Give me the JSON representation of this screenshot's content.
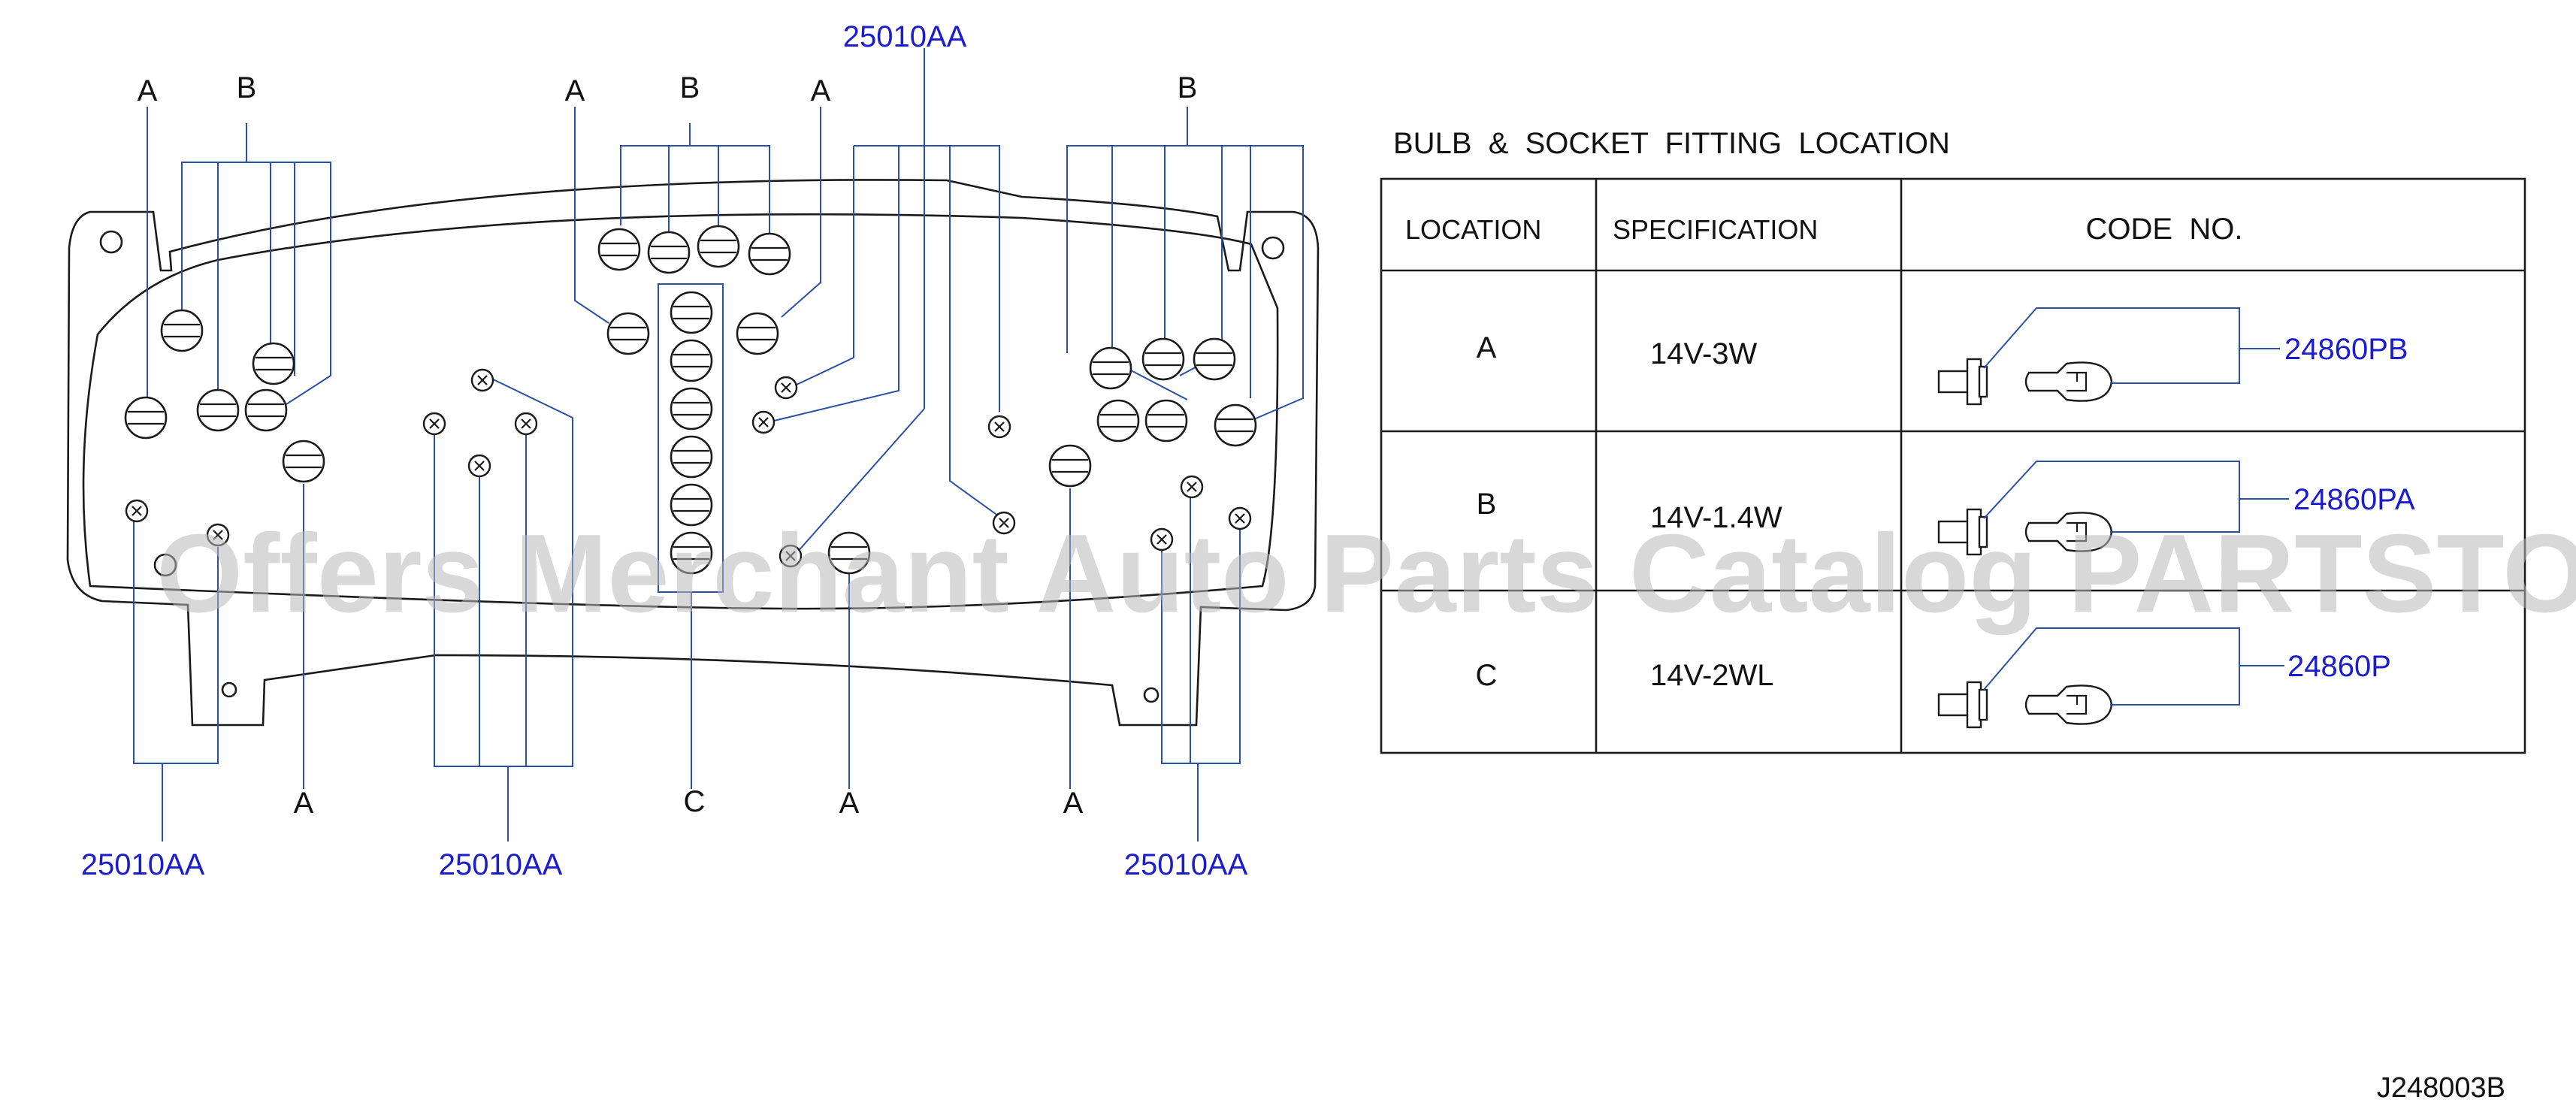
{
  "callouts": {
    "top_a_left": "A",
    "top_b_left": "B",
    "top_a_mid": "A",
    "top_b_mid": "B",
    "top_a_mid2": "A",
    "top_code": "25010AA",
    "top_b_right": "B",
    "bottom_code_1": "25010AA",
    "bottom_a_1": "A",
    "bottom_code_2": "25010AA",
    "bottom_c": "C",
    "bottom_a_2": "A",
    "bottom_a_3": "A",
    "bottom_code_3": "25010AA"
  },
  "table": {
    "title": "BULB  &  SOCKET  FITTING  LOCATION",
    "headers": [
      "LOCATION",
      "SPECIFICATION",
      "CODE  NO."
    ],
    "rows": [
      {
        "location": "A",
        "specification": "14V-3W",
        "code": "24860PB"
      },
      {
        "location": "B",
        "specification": "14V-1.4W",
        "code": "24860PA"
      },
      {
        "location": "C",
        "specification": "14V-2WL",
        "code": "24860P"
      }
    ]
  },
  "watermark": "Offers Merchant Auto Parts Catalog PARTSTORE.SA",
  "figure_id": "J248003B",
  "colors": {
    "ink": "#1a1a1a",
    "leader": "#2a4fa8",
    "code_text": "#1c1ccf",
    "watermark": "#b8b8b8"
  }
}
